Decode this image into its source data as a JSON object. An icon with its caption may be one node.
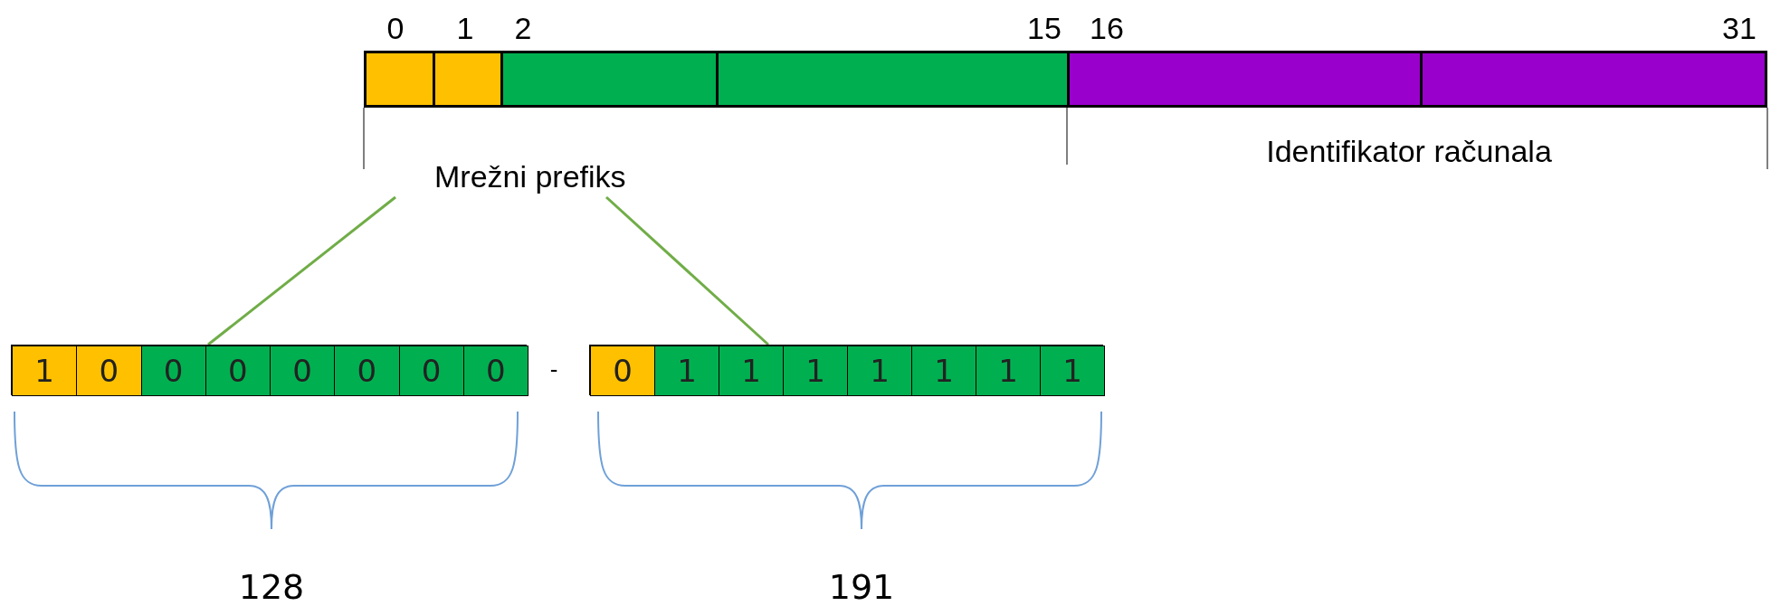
{
  "diagram": {
    "nodes": [
      {
        "text": [],
        "shape": "box"
      },
      {
        "text": [],
        "shape": "box"
      },
      {
        "text": [],
        "shape": "box"
      },
      {
        "text": [],
        "shape": "box"
      },
      {
        "text": [],
        "shape": "box"
      },
      {
        "text": [],
        "shape": "box"
      },
      {
        "text": [
          "Mrežni prefiks"
        ]
      },
      {
        "text": [],
        "shape": "box"
      },
      {
        "text": [
          "1"
        ],
        "in": 7
      },
      {
        "text": [
          "0"
        ],
        "in": 7
      },
      {
        "text": [
          "0"
        ],
        "in": 7
      },
      {
        "text": [
          "0"
        ],
        "in": 7
      },
      {
        "text": [
          "0"
        ],
        "in": 7
      },
      {
        "text": [
          "0"
        ],
        "in": 7
      },
      {
        "text": [
          "0"
        ],
        "in": 7
      },
      {
        "text": [
          "0"
        ],
        "in": 7
      },
      {
        "text": [],
        "shape": "box"
      },
      {
        "text": [
          "0"
        ],
        "in": 16
      },
      {
        "text": [
          "1"
        ],
        "in": 16
      },
      {
        "text": [
          "1"
        ],
        "in": 16
      },
      {
        "text": [
          "1"
        ],
        "in": 16
      },
      {
        "text": [
          "1"
        ],
        "in": 16
      },
      {
        "text": [
          "1"
        ],
        "in": 16
      },
      {
        "text": [
          "1"
        ],
        "in": 16
      },
      {
        "text": [
          "1"
        ],
        "in": 16
      }
    ],
    "edges": [
      {
        "from": 6,
        "to": 7,
        "arrow": "none"
      },
      {
        "from": 6,
        "to": 16,
        "arrow": "none"
      }
    ],
    "labels": [
      "0",
      "1",
      "2",
      "15",
      "16",
      "31",
      "Identifikator računala",
      "-",
      "128",
      "191"
    ]
  }
}
